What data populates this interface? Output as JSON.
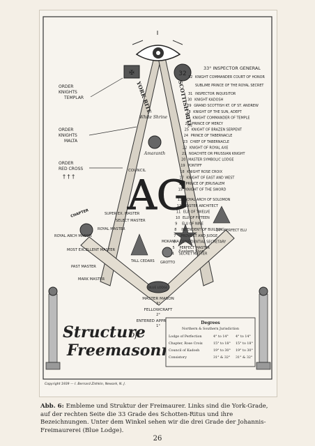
{
  "diagram": {
    "top_title": "33° INSPECTOR GENERAL",
    "left_orders": [
      {
        "line1": "ORDER",
        "line2": "KNIGHTS",
        "line3": "TEMPLAR"
      },
      {
        "line1": "ORDER",
        "line2": "KNIGHTS",
        "line3": "MALTA"
      },
      {
        "line1": "ORDER",
        "line2": "RED CROSS"
      }
    ],
    "council": "COUNCIL",
    "york_rite": "YORK RITE",
    "scottish_rite": "SCOTTISH RITE",
    "white_shrine": "White Shrine",
    "amaranth": "Amaranth",
    "center_letters": "AG",
    "super_ex_master": "SUPER EX. MASTER",
    "select_master": "SELECT MASTER",
    "royal_master": "ROYAL MASTER",
    "chapter": "CHAPTER",
    "royal_arch_mason": "ROYAL ARCH MASON",
    "eastern_star": "Eastern Star",
    "most_excellent_master": "MOST EXCELLENT MASTER",
    "tall_cedars": "TALL CEDARS",
    "grotto": "GROTTO",
    "mokanna": "MOKANNA",
    "past_master": "PAST MASTER",
    "mark_master": "MARK MASTER",
    "blue_lodge": "BLUE LODGE",
    "master_mason": "MASTER MASON",
    "fellowcraft": "FELLOWCRAFT",
    "entered_apprentice": "ENTERED APPRENTICE",
    "deg3": "3°",
    "deg2": "2°",
    "deg1": "1°",
    "perfect_elu": "PERFECT ELU",
    "perfect_elu_deg": "14°",
    "scottish_degrees": [
      {
        "n": "32",
        "name": "KNIGHT COMMANDER COURT OF HONOR"
      },
      {
        "n": "",
        "name": "SUBLIME PRINCE OF THE ROYAL SECRET"
      },
      {
        "n": "31",
        "name": "INSPECTOR INQUISITOR"
      },
      {
        "n": "30",
        "name": "KNIGHT KADOSH"
      },
      {
        "n": "29",
        "name": "GRAND SCOTTISH KT. OF ST. ANDREW"
      },
      {
        "n": "28",
        "name": "KNIGHT OF THE SUN, ADEPT"
      },
      {
        "n": "27",
        "name": "KNIGHT COMMANDER OF TEMPLE"
      },
      {
        "n": "26",
        "name": "PRINCE OF MERCY"
      },
      {
        "n": "25",
        "name": "KNIGHT OF BRAZEN SERPENT"
      },
      {
        "n": "24",
        "name": "PRINCE OF TABERNACLE"
      },
      {
        "n": "23",
        "name": "CHIEF OF TABERNACLE"
      },
      {
        "n": "22",
        "name": "KNIGHT OF ROYAL AXE"
      },
      {
        "n": "21",
        "name": "NOACHITE OR PRUSSIAN KNIGHT"
      },
      {
        "n": "20",
        "name": "MASTER SYMBOLIC LODGE"
      },
      {
        "n": "19",
        "name": "PONTIFF"
      },
      {
        "n": "18",
        "name": "KNIGHT ROSE CROIX"
      },
      {
        "n": "17",
        "name": "KNIGHT OF EAST AND WEST"
      },
      {
        "n": "16",
        "name": "PRINCE OF JERUSALEM"
      },
      {
        "n": "15",
        "name": "KNIGHT OF THE SWORD"
      },
      {
        "n": "13",
        "name": "ROYAL ARCH OF SOLOMON"
      },
      {
        "n": "12",
        "name": "MASTER ARCHITECT"
      },
      {
        "n": "11",
        "name": "ELU OF TWELVE"
      },
      {
        "n": "10",
        "name": "ELU OF FIFTEEN"
      },
      {
        "n": "9",
        "name": "ELU OF NINE"
      },
      {
        "n": "8",
        "name": "INTENDENT OF BUILDING"
      },
      {
        "n": "7",
        "name": "PROVOST AND JUDGE"
      },
      {
        "n": "6",
        "name": "CONFIDENTIAL SECRETARY"
      },
      {
        "n": "5",
        "name": "PERFECT MASTER"
      },
      {
        "n": "4",
        "name": "SECRET MASTER"
      }
    ],
    "banner_line1": "Structure",
    "banner_of": "of",
    "banner_line2": "Freemasonry",
    "degrees_box": {
      "title": "Degrees",
      "subtitle": "Northern & Southern Jurisdiction",
      "rows": [
        {
          "body": "Lodge of Perfection",
          "north": "4° to 14°",
          "south": "4° to 14°"
        },
        {
          "body": "Chapter, Rose Croix",
          "north": "15° to 18°",
          "south": "15° to 18°"
        },
        {
          "body": "Council of Kadosh",
          "north": "19° to 30°",
          "south": "19° to 30°"
        },
        {
          "body": "Consistory",
          "north": "31° & 32°",
          "south": "31° & 32°"
        }
      ]
    },
    "copyright": "Copyright 1939 — I. Bernard Zishkin, Newark, N. J."
  },
  "caption": {
    "label": "Abb. 6:",
    "text": "Embleme und Struktur der Freimaurer. Links sind die York-Grade, auf der rechten Seite die 33 Grade des Schotten-Ritus und ihre Bezeichnungen. Unter dem Winkel sehen wir die drei Grade der Johannis-Freimaurerei (Blue Lodge)."
  },
  "page_number": "26"
}
